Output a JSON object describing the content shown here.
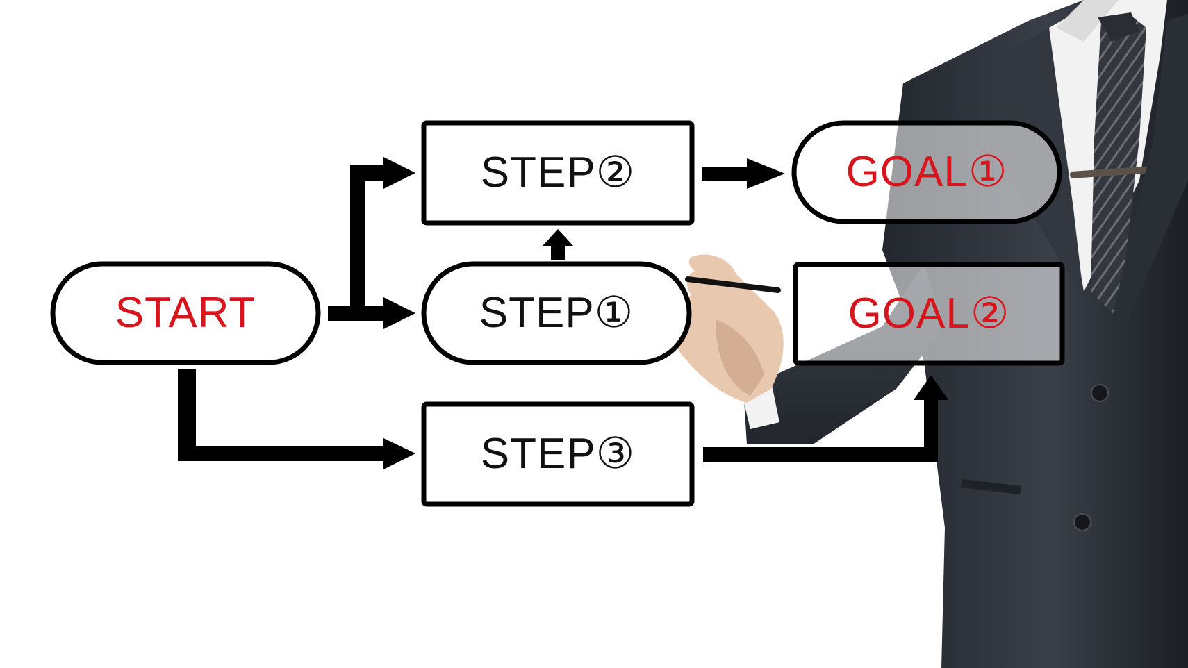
{
  "diagram": {
    "nodes": {
      "start": {
        "label": "START",
        "color": "#d8141c"
      },
      "step1": {
        "label": "STEP①",
        "color": "#111111"
      },
      "step2": {
        "label": "STEP②",
        "color": "#111111"
      },
      "step3": {
        "label": "STEP③",
        "color": "#111111"
      },
      "goal1": {
        "label": "GOAL①",
        "color": "#d8141c"
      },
      "goal2": {
        "label": "GOAL②",
        "color": "#d8141c"
      }
    },
    "edges": [
      {
        "from": "START",
        "to": "STEP①"
      },
      {
        "from": "START",
        "to": "STEP②"
      },
      {
        "from": "START",
        "to": "STEP③"
      },
      {
        "from": "STEP①",
        "to": "STEP②"
      },
      {
        "from": "STEP②",
        "to": "GOAL①"
      },
      {
        "from": "STEP③",
        "to": "GOAL②"
      }
    ]
  },
  "photo": {
    "subject": "businessman-in-dark-suit-holding-pen",
    "suit_color": "#2b2f36",
    "shirt_color": "#f2f2f2",
    "tie_color": "#3a3d44",
    "skin_color": "#e8c8ae"
  }
}
